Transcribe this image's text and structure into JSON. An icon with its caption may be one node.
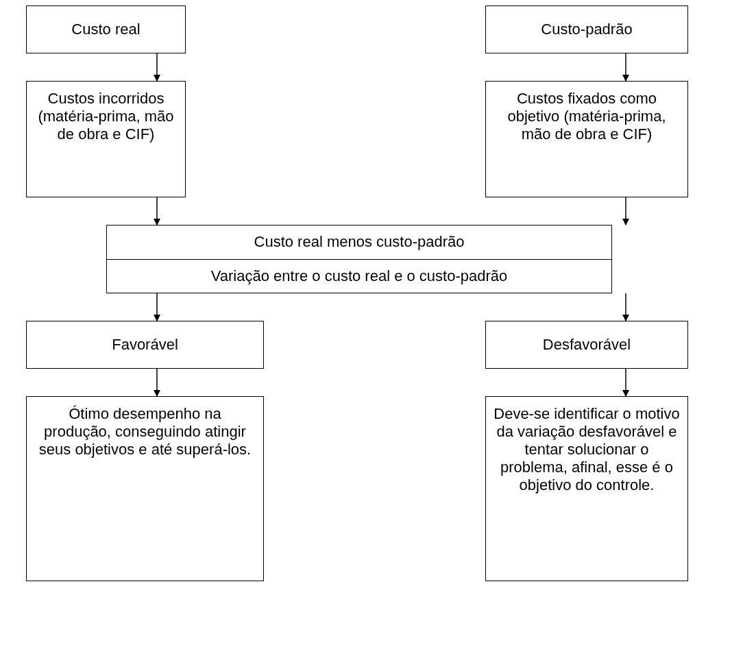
{
  "diagram": {
    "nodes": [
      {
        "text": [
          "Custo real"
        ]
      },
      {
        "text": [
          "Custo-padrão"
        ]
      },
      {
        "text": [
          "Custos incorridos (matéria-prima, mão de obra e CIF)"
        ]
      },
      {
        "text": [
          "Custos fixados como objetivo (matéria-prima, mão de obra e CIF)"
        ]
      },
      {
        "text": [
          "Custo real menos custo-padrão",
          "Variação entre o custo real e o custo-padrão"
        ]
      },
      {
        "text": [
          "Favorável"
        ]
      },
      {
        "text": [
          "Desfavorável"
        ]
      },
      {
        "text": [
          "Ótimo desempenho na produção, conseguindo atingir seus objetivos e até superá-los."
        ]
      },
      {
        "text": [
          "Deve-se identificar o motivo da variação desfavorável e tentar solucionar o problema, afinal, esse é o objetivo do controle."
        ]
      }
    ],
    "edges": [
      {
        "from": 0,
        "to": 2,
        "arrow": "to"
      },
      {
        "from": 1,
        "to": 3,
        "arrow": "to"
      },
      {
        "from": 2,
        "to": 4,
        "arrow": "to"
      },
      {
        "from": 3,
        "to": 4,
        "arrow": "to"
      },
      {
        "from": 4,
        "to": 5,
        "arrow": "to"
      },
      {
        "from": 4,
        "to": 6,
        "arrow": "to"
      },
      {
        "from": 5,
        "to": 7,
        "arrow": "to"
      },
      {
        "from": 6,
        "to": 8,
        "arrow": "to"
      }
    ]
  }
}
